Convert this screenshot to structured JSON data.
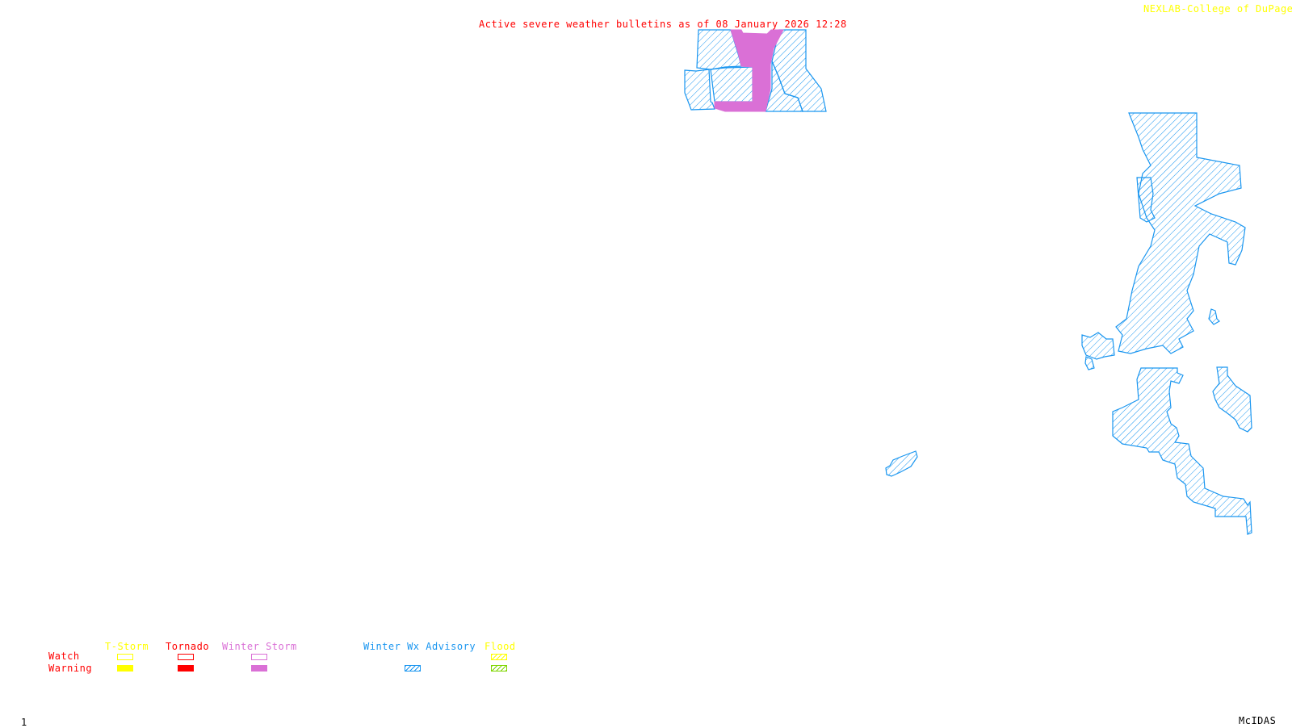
{
  "title": "Active severe weather bulletins as of 08 January 2026 12:28",
  "credit": "NEXLAB-College of DuPage",
  "credit_icon": "corner-arrow-icon",
  "frame_number": "1",
  "software": "McIDAS",
  "colors": {
    "title": "#ff0000",
    "credit": "#ffff00",
    "tstorm": "#ffff00",
    "tornado": "#ff0000",
    "winter_storm": "#da70d6",
    "winter_wx_advisory": "#1a96f0",
    "flood_watch": "#ffff00",
    "flood_warning": "#7fd600"
  },
  "legend": {
    "row_labels": {
      "watch": "Watch",
      "warning": "Warning"
    },
    "columns": [
      {
        "label": "T-Storm",
        "watch": "outline",
        "warning": "solid"
      },
      {
        "label": "Tornado",
        "watch": "outline",
        "warning": "solid"
      },
      {
        "label": "Winter Storm",
        "watch": "outline",
        "warning": "solid"
      },
      {
        "label": "Winter Wx Advisory",
        "watch": "none",
        "warning": "hatched"
      },
      {
        "label": "Flood",
        "watch": "hatched",
        "warning": "hatched"
      }
    ]
  },
  "active_areas": [
    {
      "type": "Winter Storm Warning",
      "region": "top-center"
    },
    {
      "type": "Winter Wx Advisory",
      "region": "top-center"
    },
    {
      "type": "Winter Wx Advisory",
      "region": "east"
    },
    {
      "type": "Winter Wx Advisory",
      "region": "southeast island"
    }
  ]
}
